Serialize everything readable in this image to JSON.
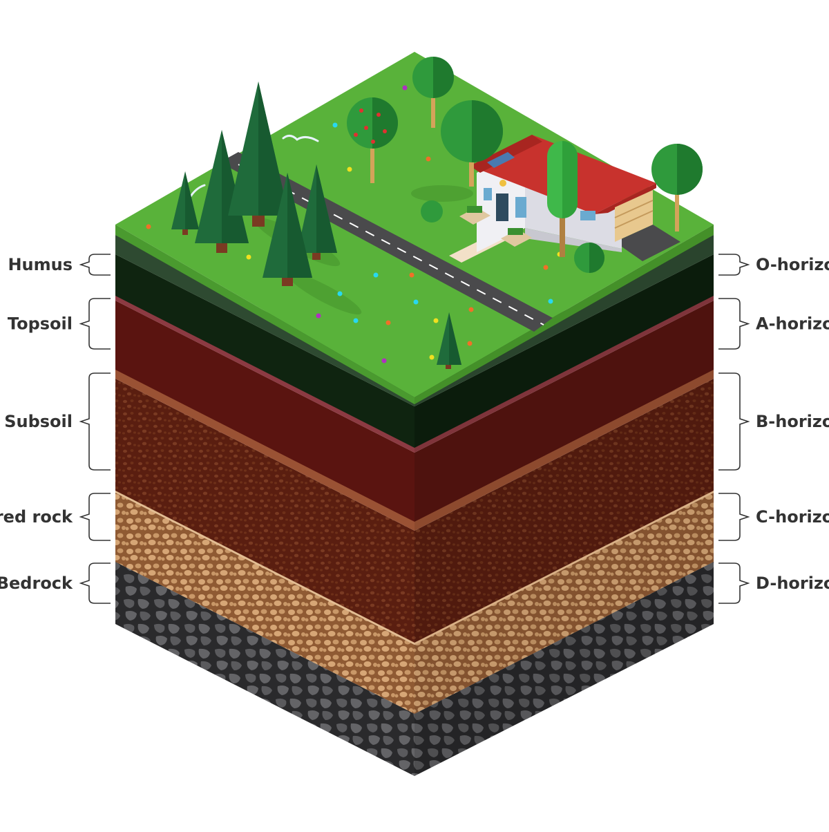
{
  "left_labels": [
    "Humus",
    "Topsoil",
    "Subsoil",
    "ered rock",
    "Bedrock"
  ],
  "right_labels": [
    "O-horizo",
    "A-horizo",
    "B-horizo",
    "C-horizo",
    "D-horizo"
  ],
  "colors": {
    "grass": "#59b23a",
    "grass_dark": "#4a9a2f",
    "humus": "#0f2410",
    "humus_band": "#2e4a31",
    "topsoil": "#5a1410",
    "topsoil_band": "#8c3a42",
    "subsoil": "#5a1e10",
    "subsoil_band": "#9a5234",
    "weathered": "#c49566",
    "weathered_band": "#e3bd92",
    "bedrock": "#4a4a4c",
    "bedrock_band": "#7a7a7c",
    "road": "#4a4a4c",
    "roof": "#c8322d",
    "tree": "#1f6b3b",
    "bracket": "#333333"
  }
}
